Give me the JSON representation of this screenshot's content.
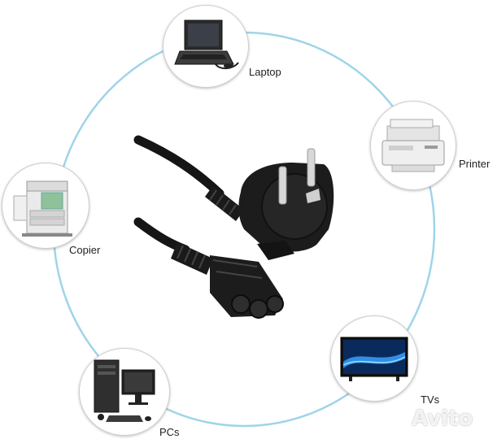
{
  "labels": {
    "laptop": "Laptop",
    "printer": "Printer",
    "copier": "Copier",
    "pcs": "PCs",
    "tvs": "TVs"
  },
  "watermark": "Avito",
  "colors": {
    "ring": "#9fd4e8",
    "cable": "#151515"
  }
}
